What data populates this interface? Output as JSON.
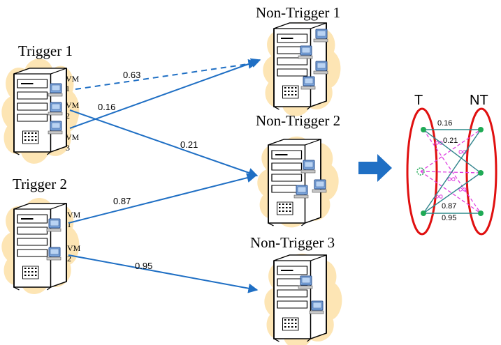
{
  "left_panel": {
    "servers": [
      {
        "label": "Trigger 1",
        "vm_labels": [
          "VM\n1",
          "VM\n2",
          "VM\n3"
        ]
      },
      {
        "label": "Trigger 2",
        "vm_labels": [
          "VM\n1",
          "VM\n2"
        ]
      },
      {
        "label": "Non-Trigger 1"
      },
      {
        "label": "Non-Trigger 2"
      },
      {
        "label": "Non-Trigger 3"
      }
    ],
    "vm_text": {
      "t1_vm1_a": "VM",
      "t1_vm1_b": "1",
      "t1_vm2_a": "VM",
      "t1_vm2_b": "2",
      "t1_vm3_a": "VM",
      "t1_vm3_b": "3",
      "t2_vm1_a": "VM",
      "t2_vm1_b": "1",
      "t2_vm2_a": "VM",
      "t2_vm2_b": "2"
    },
    "edges": [
      {
        "weight": "0.63",
        "style": "dashed"
      },
      {
        "weight": "0.16",
        "style": "solid"
      },
      {
        "weight": "0.21",
        "style": "solid"
      },
      {
        "weight": "0.87",
        "style": "solid"
      },
      {
        "weight": "0.95",
        "style": "solid"
      }
    ]
  },
  "arrow": {
    "color": "#1f6fc4"
  },
  "right_panel": {
    "set_t_label": "T",
    "set_nt_label": "NT",
    "weights": [
      "0.16",
      "0.21",
      "0.87",
      "0.95"
    ]
  },
  "colors": {
    "edge_blue": "#1f6fc4",
    "cloud": "#fde5b4",
    "ellipse_red": "#e01010",
    "node_green": "#1faa55",
    "graph_edge": "#2e8b8b",
    "dashed_magenta": "#e040e0"
  }
}
